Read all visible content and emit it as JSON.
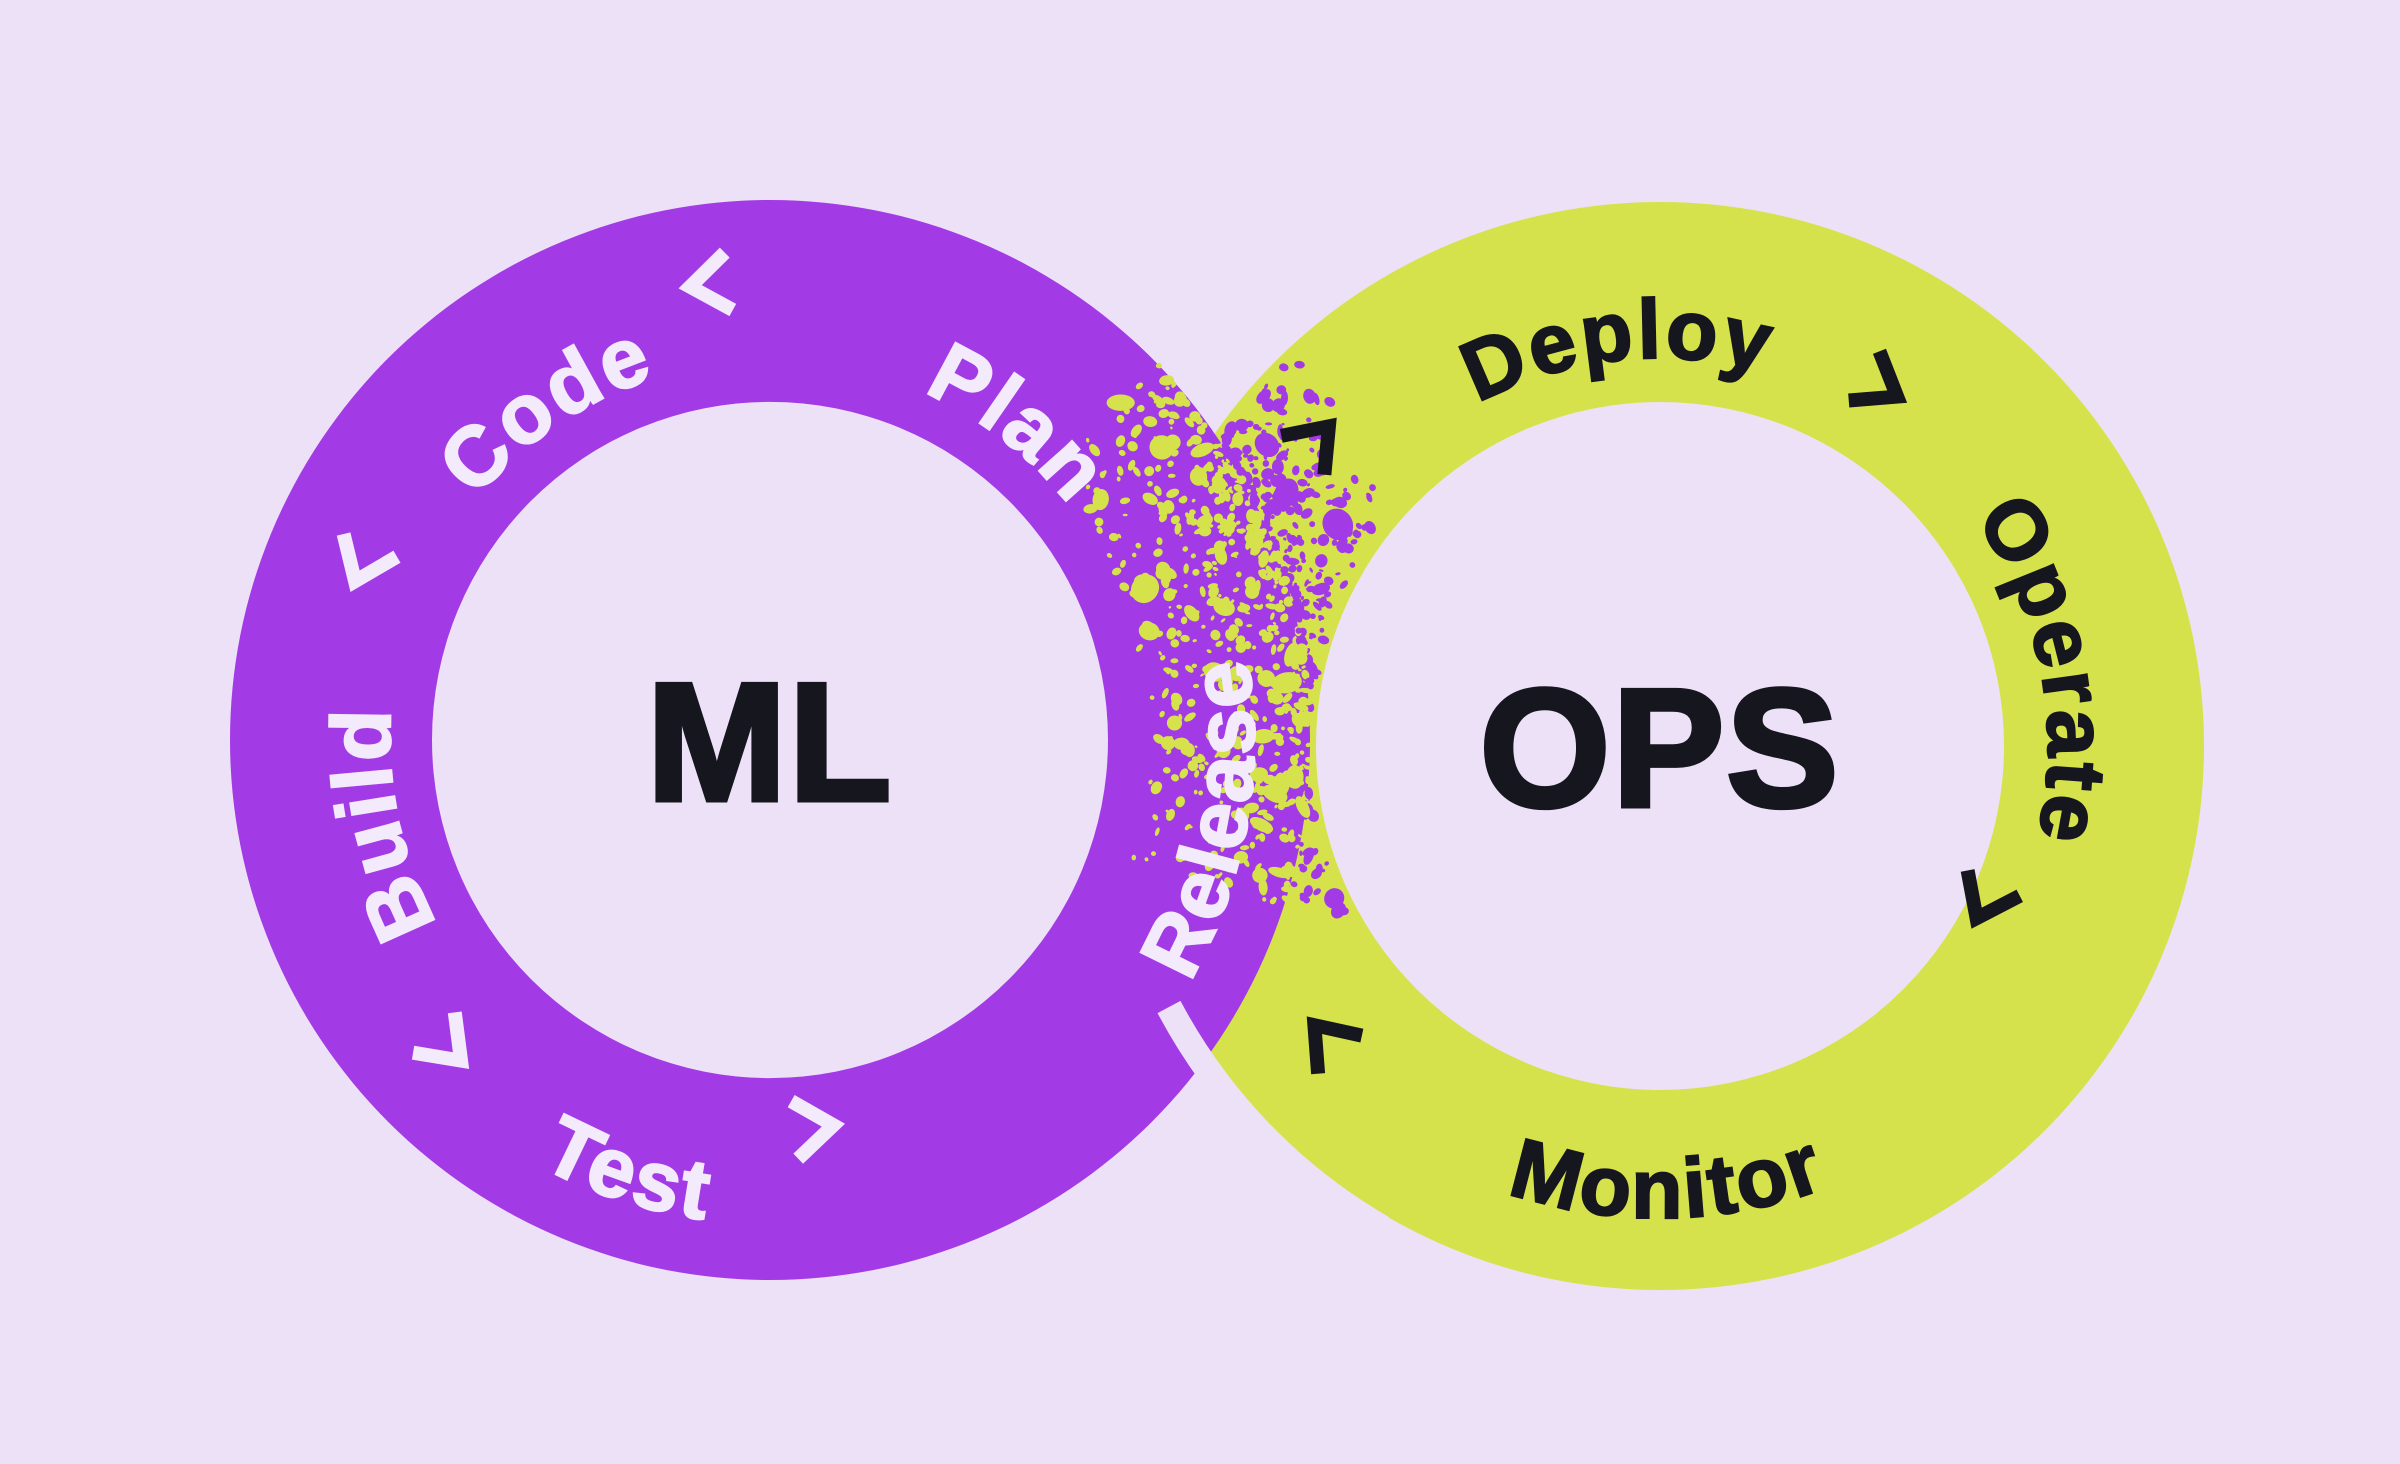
{
  "colors": {
    "background": "#EDE1F7",
    "ml_ring": "#A23BE6",
    "ops_ring": "#D6E24B",
    "dark_text": "#16161E",
    "light_text": "#F3EAFC"
  },
  "left_loop": {
    "center_label": "ML",
    "stages": [
      "Plan",
      "Code",
      "Build",
      "Test",
      "Release"
    ]
  },
  "right_loop": {
    "center_label": "OPS",
    "stages": [
      "Deploy",
      "Operate",
      "Monitor"
    ]
  }
}
